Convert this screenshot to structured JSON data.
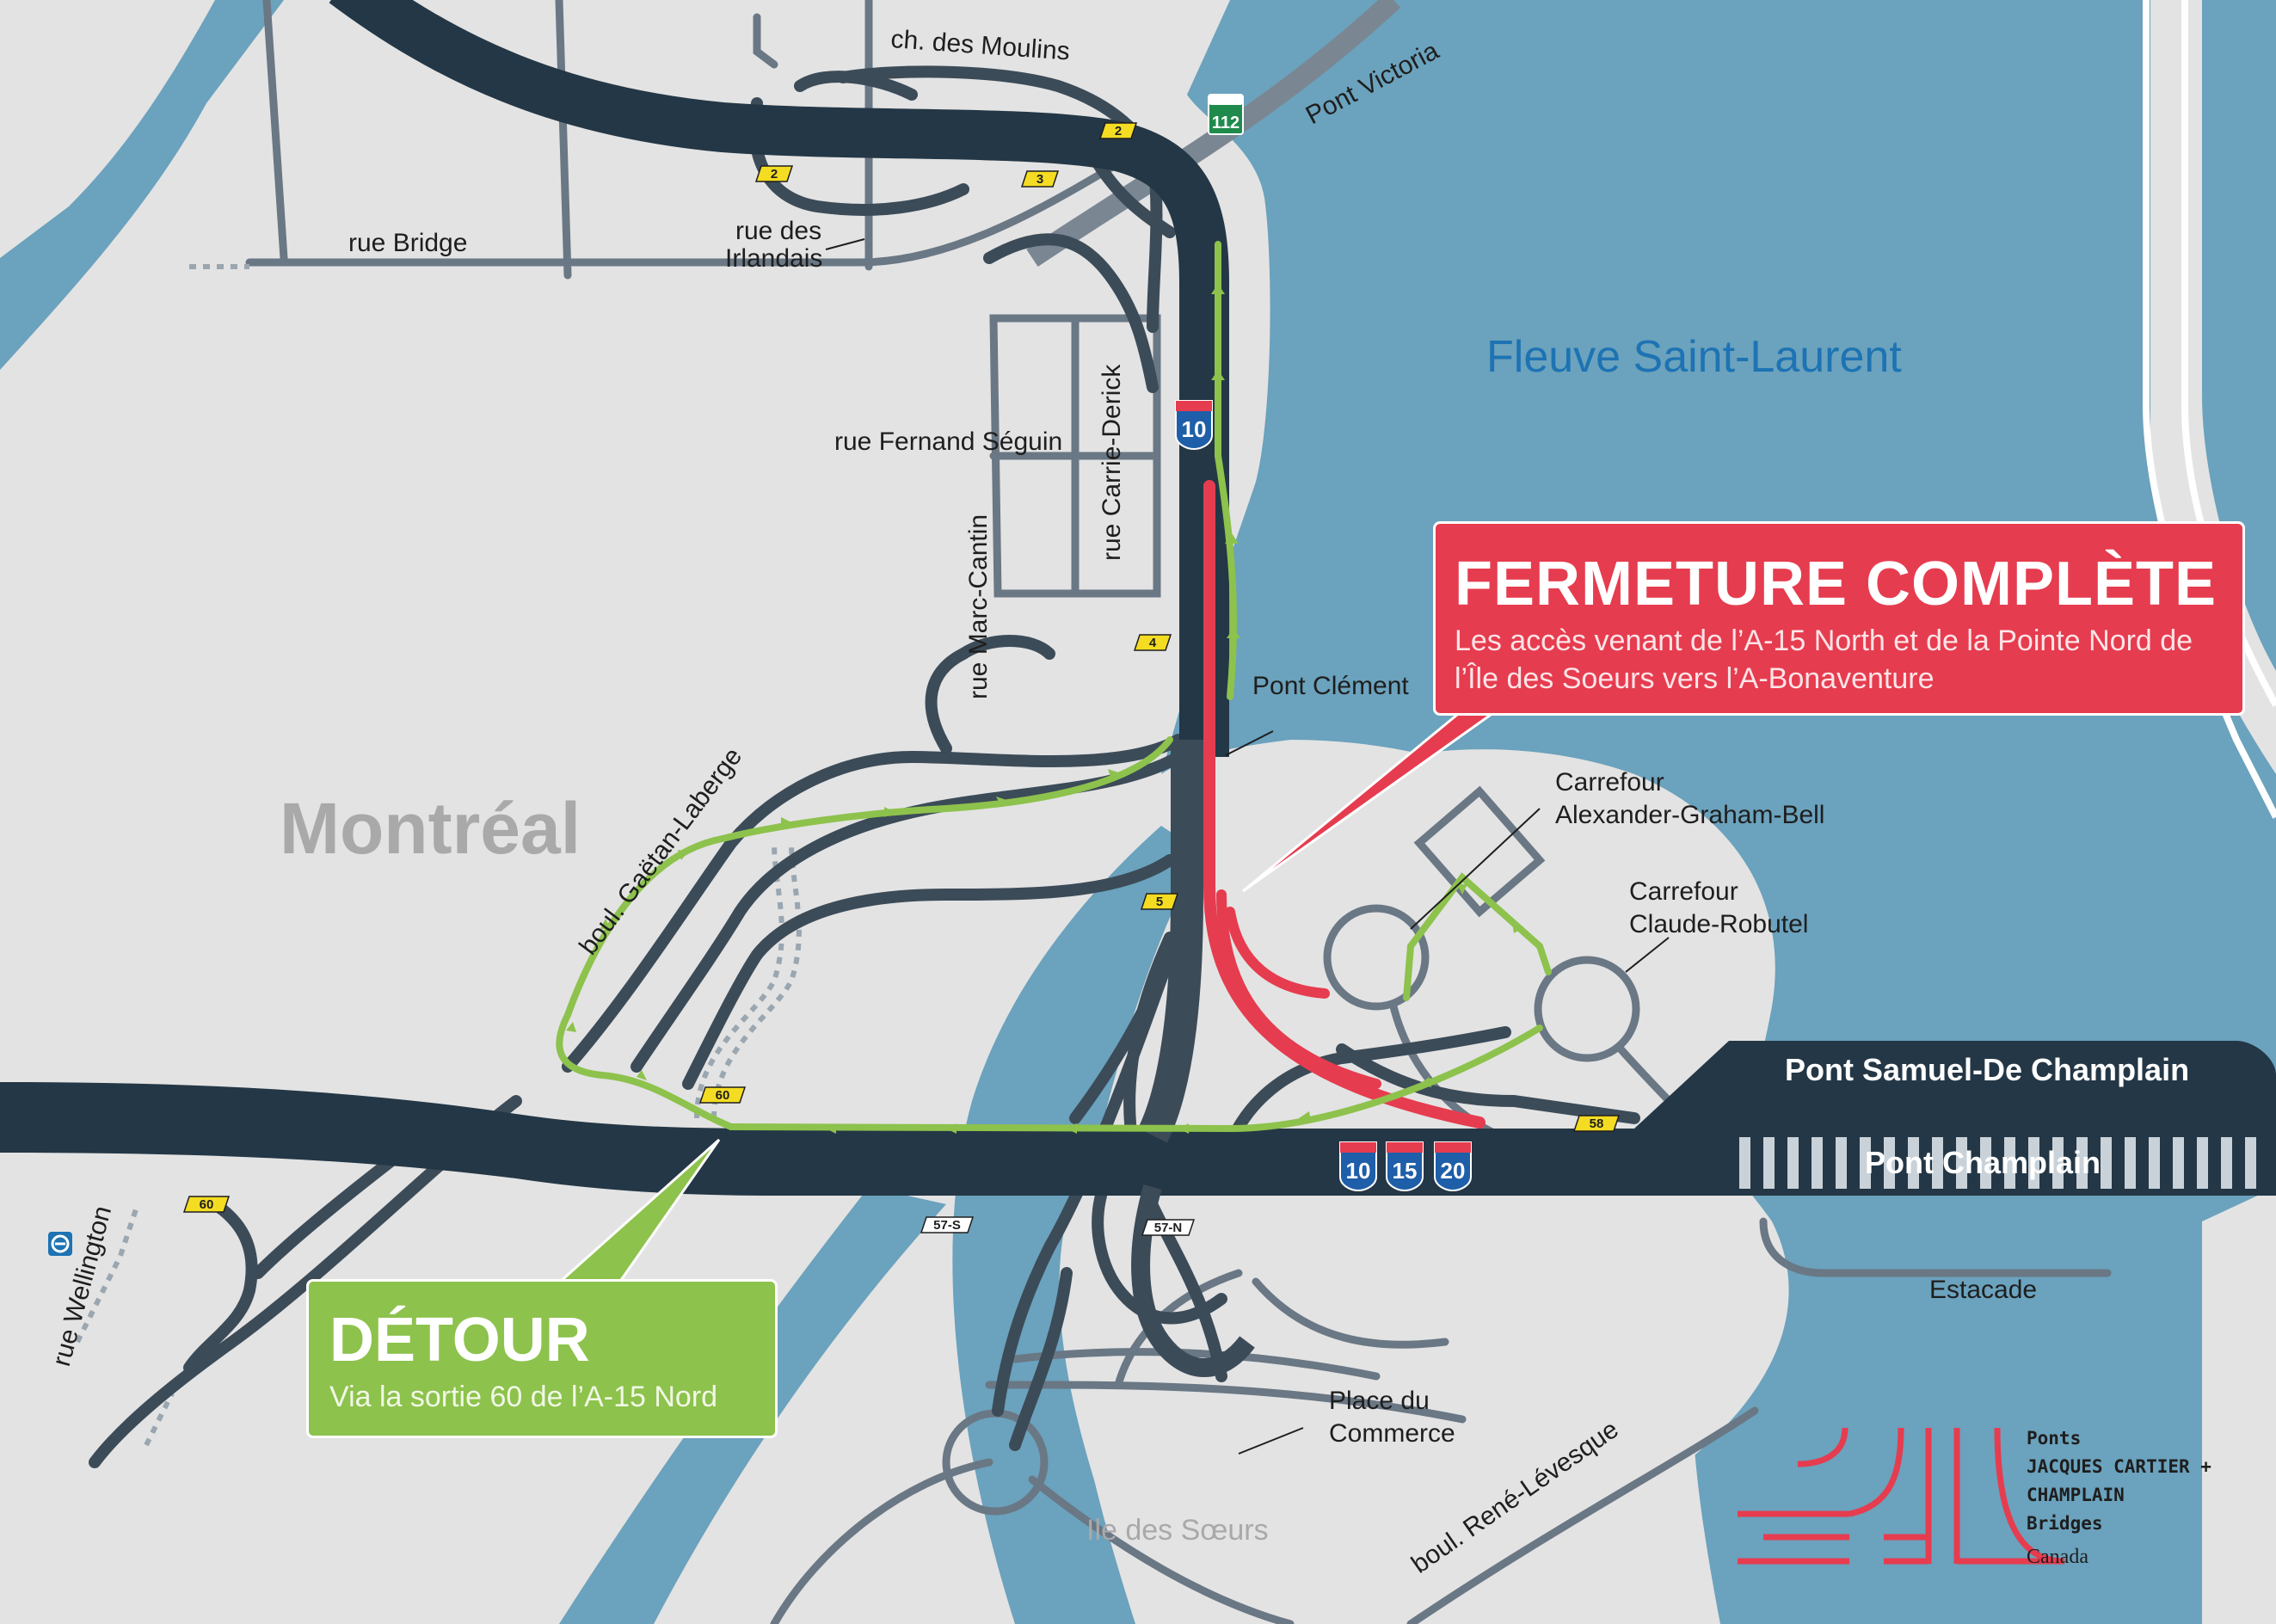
{
  "colors": {
    "water": "#6ba2bd",
    "land": "#e3e3e3",
    "highway": "#243746",
    "road": "#5d6d7c",
    "closure": "#e63c4f",
    "detour": "#8dc24c",
    "river_label": "#1d73b3"
  },
  "labels": {
    "river": "Fleuve Saint-Laurent",
    "city": "Montréal",
    "island": "Ile des Sœurs",
    "ch_moulins": "ch. des Moulins",
    "pont_victoria": "Pont Victoria",
    "rue_bridge": "rue Bridge",
    "rue_irlandais_1": "rue des",
    "rue_irlandais_2": "Irlandais",
    "rue_fernand": "rue Fernand Séguin",
    "rue_carrie": "rue Carrie-Derick",
    "rue_marc": "rue Marc-Cantin",
    "boul_gaetan": "boul. Gaëtan-Laberge",
    "pont_clement": "Pont Clément",
    "carrefour_agb_1": "Carrefour",
    "carrefour_agb_2": "Alexander-Graham-Bell",
    "carrefour_cr_1": "Carrefour",
    "carrefour_cr_2": "Claude-Robutel",
    "pont_samuel": "Pont Samuel-De Champlain",
    "pont_champlain": "Pont Champlain",
    "estacade": "Estacade",
    "place_1": "Place du",
    "place_2": "Commerce",
    "boul_rene": "boul. René-Lévesque",
    "rue_wellington": "rue Wellington"
  },
  "exits": [
    "2",
    "2",
    "3",
    "4",
    "5",
    "60",
    "60",
    "58",
    "57-S",
    "57-N"
  ],
  "shields": {
    "route_112": "112",
    "a10": "10",
    "a15": "15",
    "a20": "20"
  },
  "closure": {
    "title": "FERMETURE COMPLÈTE",
    "text": "Les accès venant de l’A-15 North et de la Pointe Nord de l’Île des Soeurs vers l’A-Bonaventure"
  },
  "detour": {
    "title": "DÉTOUR",
    "text": "Via la sortie 60 de l’A-15 Nord"
  },
  "logo": {
    "line1": "Ponts",
    "line2": "JACQUES CARTIER +",
    "line3": "CHAMPLAIN",
    "line4": "Bridges",
    "line5": "Canada"
  }
}
